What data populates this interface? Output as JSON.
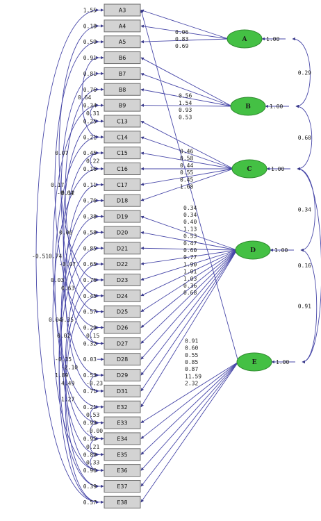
{
  "latents": [
    {
      "id": "A",
      "label": "A",
      "variance": "1.00"
    },
    {
      "id": "B",
      "label": "B",
      "variance": "1.00"
    },
    {
      "id": "C",
      "label": "C",
      "variance": "1.00"
    },
    {
      "id": "D",
      "label": "D",
      "variance": "1.00"
    },
    {
      "id": "E",
      "label": "E",
      "variance": "1.00"
    }
  ],
  "indicators": [
    {
      "name": "A3",
      "error": "1.55"
    },
    {
      "name": "A4",
      "error": "0.18"
    },
    {
      "name": "A5",
      "error": "0.59"
    },
    {
      "name": "B6",
      "error": "0.91"
    },
    {
      "name": "B7",
      "error": "0.81"
    },
    {
      "name": "B8",
      "error": "0.76"
    },
    {
      "name": "B9",
      "error": "0.34"
    },
    {
      "name": "C13",
      "error": "0.25"
    },
    {
      "name": "C14",
      "error": "0.21"
    },
    {
      "name": "C15",
      "error": "0.45"
    },
    {
      "name": "C16",
      "error": "0.16"
    },
    {
      "name": "C17",
      "error": "0.11"
    },
    {
      "name": "D18",
      "error": "0.76"
    },
    {
      "name": "D19",
      "error": "0.38"
    },
    {
      "name": "D20",
      "error": "0.58"
    },
    {
      "name": "D21",
      "error": "0.85"
    },
    {
      "name": "D22",
      "error": "0.65"
    },
    {
      "name": "D23",
      "error": "0.76"
    },
    {
      "name": "D24",
      "error": "0.45"
    },
    {
      "name": "D25",
      "error": "0.57"
    },
    {
      "name": "D26",
      "error": "0.29"
    },
    {
      "name": "D27",
      "error": "0.32"
    },
    {
      "name": "D28",
      "error": "0.03"
    },
    {
      "name": "D29",
      "error": "0.53"
    },
    {
      "name": "D31",
      "error": "0.71"
    },
    {
      "name": "E32",
      "error": "0.21"
    },
    {
      "name": "E33",
      "error": "0.93"
    },
    {
      "name": "E34",
      "error": "0.95"
    },
    {
      "name": "E35",
      "error": "0.89"
    },
    {
      "name": "E36",
      "error": "0.90"
    },
    {
      "name": "E37",
      "error": "0.39"
    },
    {
      "name": "E38",
      "error": "0.57"
    }
  ],
  "loadings": [
    {
      "latent": "A",
      "indicator": "A3",
      "value": "0.06"
    },
    {
      "latent": "A",
      "indicator": "A4",
      "value": "0.83"
    },
    {
      "latent": "A",
      "indicator": "A5",
      "value": "0.69"
    },
    {
      "latent": "B",
      "indicator": "B6",
      "value": "0.56"
    },
    {
      "latent": "B",
      "indicator": "B7",
      "value": "1.54"
    },
    {
      "latent": "B",
      "indicator": "B8",
      "value": "0.93"
    },
    {
      "latent": "B",
      "indicator": "B9",
      "value": "0.53"
    },
    {
      "latent": "C",
      "indicator": "C13",
      "value": "0.46"
    },
    {
      "latent": "C",
      "indicator": "C14",
      "value": "0.58"
    },
    {
      "latent": "C",
      "indicator": "C15",
      "value": "0.44"
    },
    {
      "latent": "C",
      "indicator": "C16",
      "value": "0.55"
    },
    {
      "latent": "C",
      "indicator": "C17",
      "value": "0.45"
    },
    {
      "latent": "C",
      "indicator": "D18",
      "value": "1.68"
    },
    {
      "latent": "D",
      "indicator": "D19",
      "value": "0.34"
    },
    {
      "latent": "D",
      "indicator": "D20",
      "value": "0.34"
    },
    {
      "latent": "D",
      "indicator": "D21",
      "value": "0.40"
    },
    {
      "latent": "D",
      "indicator": "D22",
      "value": "1.13"
    },
    {
      "latent": "D",
      "indicator": "D23",
      "value": "0.53"
    },
    {
      "latent": "D",
      "indicator": "D24",
      "value": "0.47"
    },
    {
      "latent": "D",
      "indicator": "D25",
      "value": "0.60"
    },
    {
      "latent": "D",
      "indicator": "D26",
      "value": "0.77"
    },
    {
      "latent": "D",
      "indicator": "D27",
      "value": "1.90"
    },
    {
      "latent": "D",
      "indicator": "D28",
      "value": "1.01"
    },
    {
      "latent": "D",
      "indicator": "D29",
      "value": "1.03"
    },
    {
      "latent": "D",
      "indicator": "D31",
      "value": "0.36"
    },
    {
      "latent": "D",
      "indicator": "E32",
      "value": "0.68"
    },
    {
      "latent": "E",
      "indicator": "E33",
      "value": "0.91"
    },
    {
      "latent": "E",
      "indicator": "E34",
      "value": "0.60"
    },
    {
      "latent": "E",
      "indicator": "E35",
      "value": "0.55"
    },
    {
      "latent": "E",
      "indicator": "E36",
      "value": "0.85"
    },
    {
      "latent": "E",
      "indicator": "E37",
      "value": "0.87"
    },
    {
      "latent": "E",
      "indicator": "E38",
      "value": "11.59"
    },
    {
      "latent": "E",
      "indicator": "A3",
      "value": "2.32"
    }
  ],
  "factor_correlations": [
    {
      "from": "A",
      "to": "B",
      "value": "0.29"
    },
    {
      "from": "B",
      "to": "C",
      "value": "0.60"
    },
    {
      "from": "C",
      "to": "D",
      "value": "0.34"
    },
    {
      "from": "C",
      "to": "E",
      "value": "0.16"
    },
    {
      "from": "D",
      "to": "E",
      "value": "0.91"
    }
  ],
  "error_covariances": [
    {
      "from": "A3",
      "to": "E38",
      "value": "-0.51"
    },
    {
      "from": "A4",
      "to": "D23",
      "value": "0.07"
    },
    {
      "from": "A5",
      "to": "D26",
      "value": "0.17"
    },
    {
      "from": "B6",
      "to": "C14",
      "value": "0.64"
    },
    {
      "from": "B7",
      "to": "D25",
      "value": "-0.04"
    },
    {
      "from": "B8",
      "to": "D24",
      "value": "0.12"
    },
    {
      "from": "B9",
      "to": "E32",
      "value": "0.74"
    },
    {
      "from": "C13",
      "to": "D27",
      "value": "0.06"
    },
    {
      "from": "C14",
      "to": "E33",
      "value": "0.03"
    },
    {
      "from": "C15",
      "to": "D29",
      "value": "-0.07"
    },
    {
      "from": "C16",
      "to": "E36",
      "value": "0.04"
    },
    {
      "from": "C17",
      "to": "D31",
      "value": "0.63"
    },
    {
      "from": "D18",
      "to": "E34",
      "value": "-0.35"
    },
    {
      "from": "D19",
      "to": "E35",
      "value": "0.02"
    },
    {
      "from": "D20",
      "to": "E37",
      "value": "-0.15"
    },
    {
      "from": "D21",
      "to": "E38",
      "value": "1.89"
    },
    {
      "from": "D22",
      "to": "E36",
      "value": "-2.10"
    },
    {
      "from": "D23",
      "to": "E37",
      "value": "4.49"
    },
    {
      "from": "D24",
      "to": "E38",
      "value": "1.27"
    },
    {
      "from": "B9",
      "to": "C13",
      "value": "0.31"
    },
    {
      "from": "C15",
      "to": "C16",
      "value": "0.22"
    },
    {
      "from": "D26",
      "to": "D27",
      "value": "0.15"
    },
    {
      "from": "D29",
      "to": "D31",
      "value": "-0.23"
    },
    {
      "from": "E32",
      "to": "E33",
      "value": "0.53"
    },
    {
      "from": "E34",
      "to": "E35",
      "value": "0.21"
    },
    {
      "from": "E35",
      "to": "E36",
      "value": "0.33"
    },
    {
      "from": "E33",
      "to": "E34",
      "value": "-0.00"
    }
  ]
}
